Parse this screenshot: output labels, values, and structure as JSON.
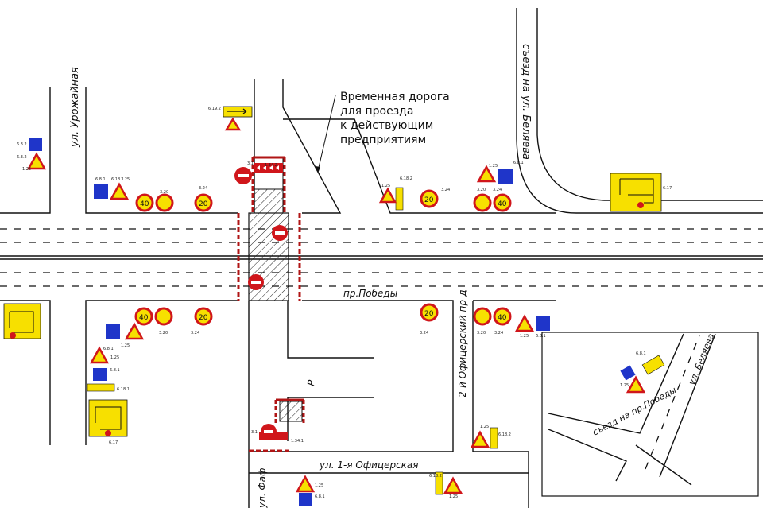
{
  "annotation": {
    "lines": [
      "Временная дорога",
      "для проезда",
      "к действующим",
      "предприятиям"
    ]
  },
  "streets": {
    "main": "пр.Победы",
    "left": "ул. Урожайная",
    "right_top": "съезд на ул. Беляева",
    "officer_2": "2-й Офицерский пр-д",
    "officer_1": "ул. 1-я Офицерская",
    "bottom_cut": "ул. Фаф",
    "inset_road": "съезд на пр.Победы",
    "inset_street": "ул. Беляева",
    "parking": "P"
  },
  "signs": {
    "s1": "6.3.2",
    "s2": "6.3.2",
    "s3": "1.25",
    "s4": "6.19.2",
    "s5": "3.1",
    "s6": "1.34.2",
    "s7": "6.8.1",
    "s8": "6.18.1",
    "s9": "1.25",
    "s10": "3.20",
    "s11": "3.24",
    "s12": "1.25",
    "s13": "6.18.2",
    "s14": "3.24",
    "s15": "1.25",
    "s16": "3.20",
    "s17": "6.8.1",
    "s18": "3.24",
    "s19": "6.17",
    "s20": "1.25",
    "s21": "6.8.1",
    "s22": "3.20",
    "s23": "3.24",
    "s24": "6.8.1",
    "s25": "1.25",
    "s26": "6.18.1",
    "s27": "6.17",
    "s28": "3.24",
    "s29": "3.20",
    "s30": "3.24",
    "s31": "1.25",
    "s32": "6.8.1",
    "s33": "1.25",
    "s34": "6.18.2",
    "s35": "3.1",
    "s36": "1.34.1",
    "s37": "1.25",
    "s38": "6.8.1",
    "s39": "6.18.2",
    "s40": "1.25",
    "s41": "6.8.1",
    "s42": "1.25"
  },
  "speed": {
    "twenty": "20",
    "forty": "40"
  },
  "colors": {
    "sign_red": "#d0161b",
    "sign_yellow": "#f7e000",
    "sign_blue": "#1f35c9",
    "barrier_red": "#b01515",
    "line": "#111111"
  }
}
